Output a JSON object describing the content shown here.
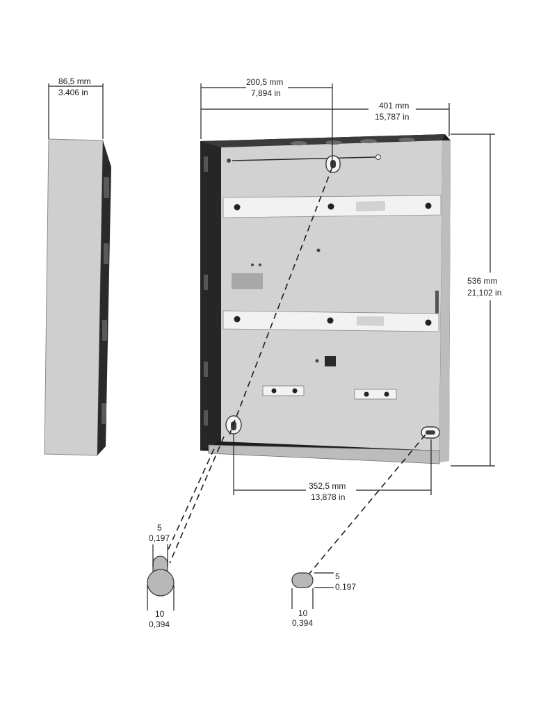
{
  "dimensions": {
    "depth": {
      "mm": "86,5 mm",
      "in": "3.406 in"
    },
    "half_width": {
      "mm": "200,5 mm",
      "in": "7,894 in"
    },
    "width": {
      "mm": "401 mm",
      "in": "15,787 in"
    },
    "height": {
      "mm": "536 mm",
      "in": "21,102 in"
    },
    "hole_spacing": {
      "mm": "352,5 mm",
      "in": "13,878 in"
    }
  },
  "keyhole": {
    "slot_width": {
      "mm": "5",
      "in": "0,197"
    },
    "head_width": {
      "mm": "10",
      "in": "0,394"
    }
  },
  "slot": {
    "height": {
      "mm": "5",
      "in": "0,197"
    },
    "length": {
      "mm": "10",
      "in": "0,394"
    }
  },
  "colors": {
    "panel": "#d2d2d2",
    "frame": "#1c1c1c",
    "rail": "#f2f2f2",
    "side": "#cfcfcf",
    "ink": "#1e1e1e"
  }
}
